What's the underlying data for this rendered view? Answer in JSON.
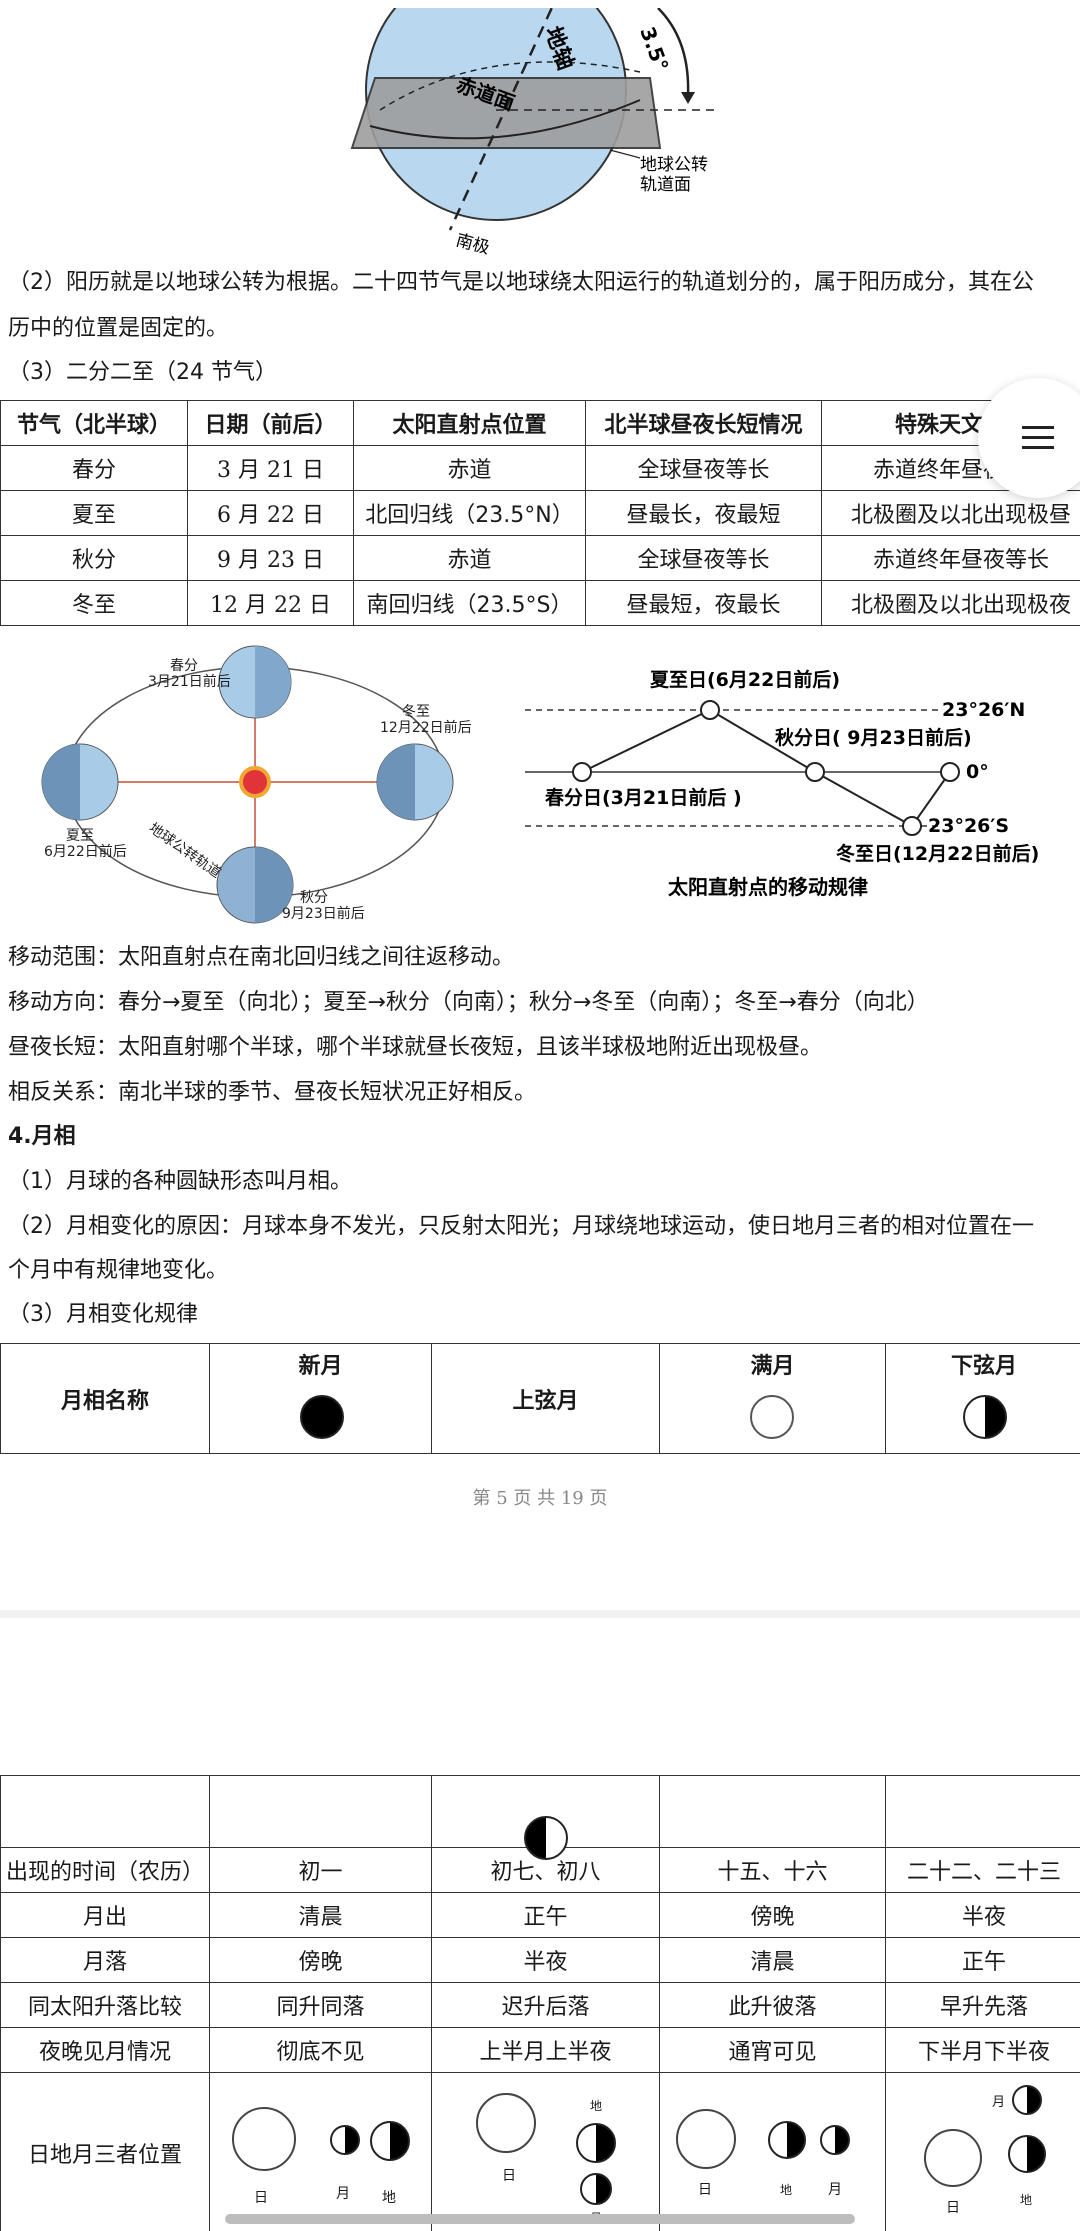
{
  "globe": {
    "axis": "地轴",
    "equator": "赤道面",
    "orbit1": "地球公转",
    "orbit2": "轨道面",
    "south": "南极",
    "angle": "3.5°"
  },
  "paras": {
    "p2_line1": "（2）阳历就是以地球公转为根据。二十四节气是以地球绕太阳运行的轨道划分的，属于阳历成分，其在公",
    "p2_line2": "历中的位置是固定的。",
    "p3": "（3）二分二至（24 节气）"
  },
  "solar_table": {
    "headers": [
      "节气（北半球）",
      "日期（前后）",
      "太阳直射点位置",
      "北半球昼夜长短情况",
      "特殊天文现象"
    ],
    "rows": [
      [
        "春分",
        "3 月 21 日",
        "赤道",
        "全球昼夜等长",
        "赤道终年昼夜等长"
      ],
      [
        "夏至",
        "6 月 22 日",
        "北回归线（23.5°N）",
        "昼最长，夜最短",
        "北极圈及以北出现极昼"
      ],
      [
        "秋分",
        "9 月 23 日",
        "赤道",
        "全球昼夜等长",
        "赤道终年昼夜等长"
      ],
      [
        "冬至",
        "12 月 22 日",
        "南回归线（23.5°S）",
        "昼最短，夜最长",
        "北极圈及以北出现极夜"
      ]
    ]
  },
  "orbit_diagram": {
    "spring": "春分",
    "spring_date": "3月21日前后",
    "winter": "冬至",
    "winter_date": "12月22日前后",
    "summer": "夏至",
    "summer_date": "6月22日前后",
    "autumn": "秋分",
    "autumn_date": "9月23日前后",
    "orbit": "地球公转轨道"
  },
  "sun_path": {
    "summer": "夏至日(6月22日前后)",
    "autumn": "秋分日( 9月23日前后)",
    "spring": "春分日(3月21日前后 )",
    "winter": "冬至日(12月22日前后)",
    "north": "23°26′N",
    "zero": "0°",
    "south": "23°26′S",
    "caption": "太阳直射点的移动规律"
  },
  "notes": {
    "range": "移动范围：太阳直射点在南北回归线之间往返移动。",
    "direction": "移动方向：春分→夏至（向北）；夏至→秋分（向南）；秋分→冬至（向南）；冬至→春分（向北）",
    "daylength": "昼夜长短：太阳直射哪个半球，哪个半球就昼长夜短，且该半球极地附近出现极昼。",
    "opposite": "相反关系：南北半球的季节、昼夜长短状况正好相反。"
  },
  "moon_section": {
    "heading": "4.月相",
    "p1": "（1）月球的各种圆缺形态叫月相。",
    "p2_line1": "（2）月相变化的原因：月球本身不发光，只反射太阳光；月球绕地球运动，使日地月三者的相对位置在一",
    "p2_line2": "个月中有规律地变化。",
    "p3": "（3）月相变化规律"
  },
  "moon_table_top": {
    "label": "月相名称",
    "phases": [
      "新月",
      "上弦月",
      "满月",
      "下弦月"
    ]
  },
  "footer": {
    "page": "第 5 页 共 19 页"
  },
  "moon_table_bottom": {
    "rows": [
      [
        "出现的时间（农历）",
        "初一",
        "初七、初八",
        "十五、十六",
        "二十二、二十三"
      ],
      [
        "月出",
        "清晨",
        "正午",
        "傍晚",
        "半夜"
      ],
      [
        "月落",
        "傍晚",
        "半夜",
        "清晨",
        "正午"
      ],
      [
        "同太阳升落比较",
        "同升同落",
        "迟升后落",
        "此升彼落",
        "早升先落"
      ],
      [
        "夜晚见月情况",
        "彻底不见",
        "上半月上半夜",
        "通宵可见",
        "下半月下半夜"
      ]
    ],
    "position_label": "日地月三者位置",
    "sun": "日",
    "moon": "月",
    "earth": "地"
  }
}
